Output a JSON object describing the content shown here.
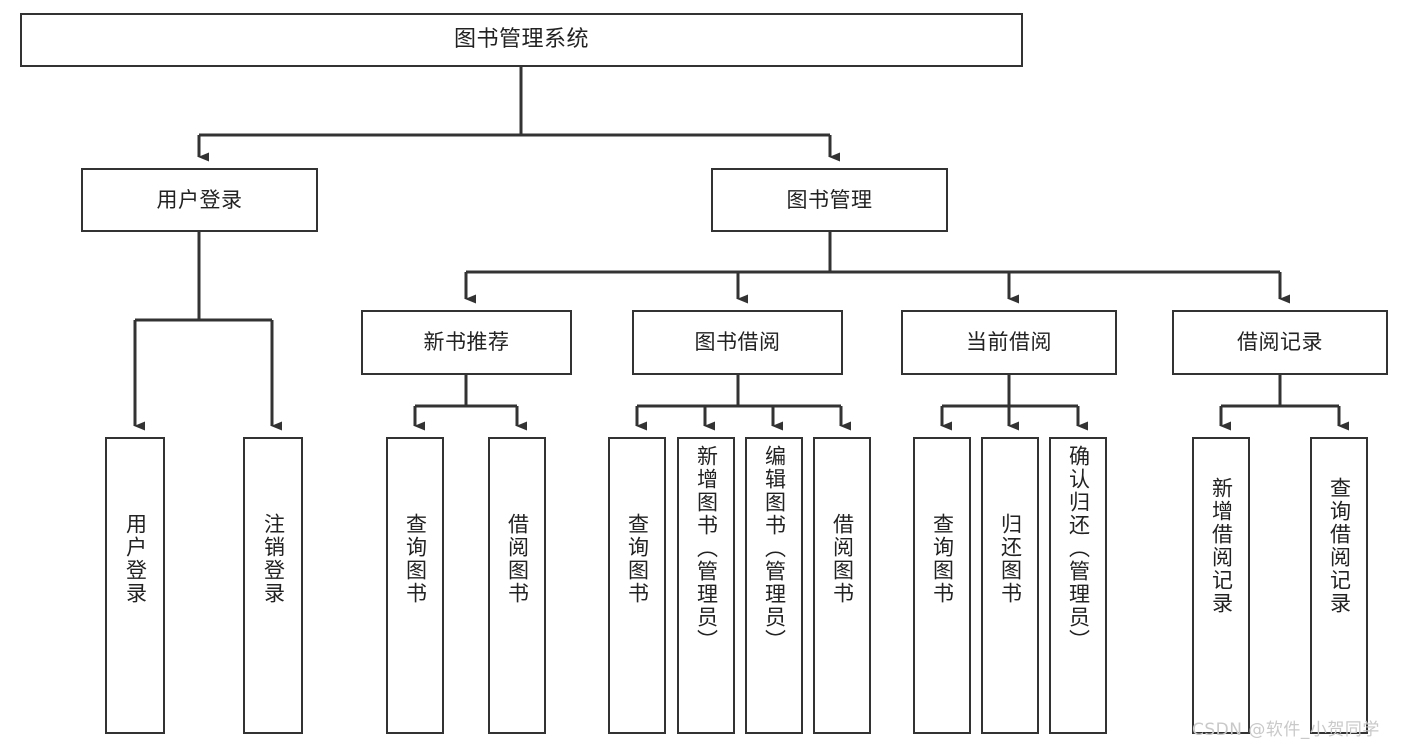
{
  "diagram": {
    "title": "图书管理系统",
    "type": "tree-hierarchy-chart",
    "colors": {
      "box_border": "#333333",
      "box_fill": "#ffffff",
      "edge": "#333333",
      "text": "#222222",
      "watermark": "#c9c9c9",
      "background": "#ffffff"
    }
  },
  "nodes": {
    "root": {
      "label": "图书管理系统"
    },
    "level2": [
      {
        "id": "user-login",
        "label": "用户登录"
      },
      {
        "id": "book-manage",
        "label": "图书管理"
      }
    ],
    "level3": [
      {
        "id": "new-book-recommend",
        "label": "新书推荐"
      },
      {
        "id": "book-borrow",
        "label": "图书借阅"
      },
      {
        "id": "current-borrow",
        "label": "当前借阅"
      },
      {
        "id": "borrow-record",
        "label": "借阅记录"
      }
    ],
    "leaves": [
      {
        "id": "leaf-user-login",
        "label": "用户登录",
        "parent": "user-login"
      },
      {
        "id": "leaf-logout-login",
        "label": "注销登录",
        "parent": "user-login"
      },
      {
        "id": "leaf-query-book-1",
        "label": "查询图书",
        "parent": "new-book-recommend"
      },
      {
        "id": "leaf-borrow-book-1",
        "label": "借阅图书",
        "parent": "new-book-recommend"
      },
      {
        "id": "leaf-query-book-2",
        "label": "查询图书",
        "parent": "book-borrow"
      },
      {
        "id": "leaf-add-book",
        "label": "新增图书（管理员）",
        "parent": "book-borrow"
      },
      {
        "id": "leaf-edit-book",
        "label": "编辑图书（管理员）",
        "parent": "book-borrow"
      },
      {
        "id": "leaf-borrow-book-2",
        "label": "借阅图书",
        "parent": "book-borrow"
      },
      {
        "id": "leaf-query-book-3",
        "label": "查询图书",
        "parent": "current-borrow"
      },
      {
        "id": "leaf-return-book",
        "label": "归还图书",
        "parent": "current-borrow"
      },
      {
        "id": "leaf-confirm-return",
        "label": "确认归还（管理员）",
        "parent": "current-borrow"
      },
      {
        "id": "leaf-add-record",
        "label": "新增借阅记录",
        "parent": "borrow-record"
      },
      {
        "id": "leaf-query-record",
        "label": "查询借阅记录",
        "parent": "borrow-record"
      }
    ]
  },
  "watermark": {
    "text": "CSDN @软件_小贺同学"
  }
}
